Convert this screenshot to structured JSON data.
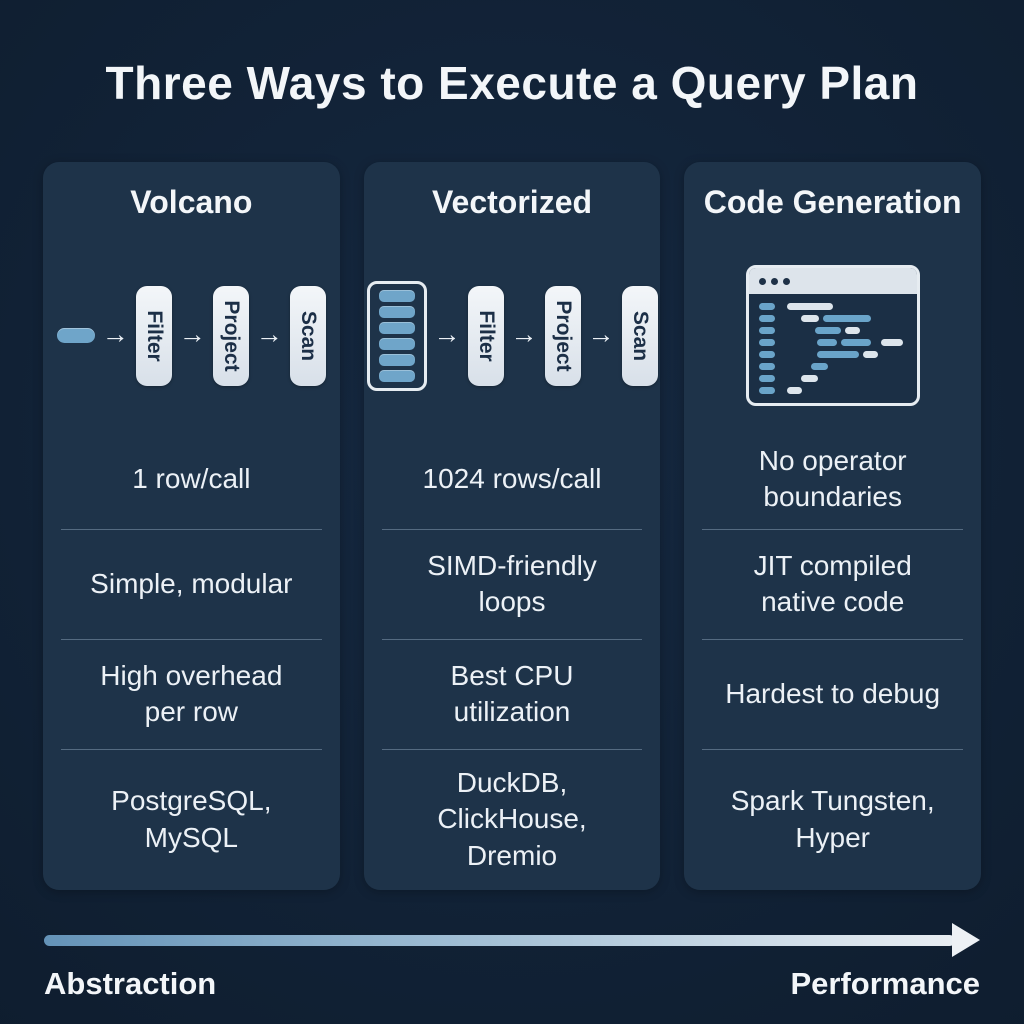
{
  "title": "Three Ways to Execute a Query Plan",
  "columns": [
    {
      "header": "Volcano",
      "operators": [
        "Filter",
        "Project",
        "Scan"
      ],
      "rows": [
        "1 row/call",
        "Simple, modular",
        "High overhead\nper row",
        "PostgreSQL,\nMySQL"
      ]
    },
    {
      "header": "Vectorized",
      "operators": [
        "Filter",
        "Project",
        "Scan"
      ],
      "rows": [
        "1024 rows/call",
        "SIMD-friendly\nloops",
        "Best CPU\nutilization",
        "DuckDB,\nClickHouse,\nDremio"
      ]
    },
    {
      "header": "Code Generation",
      "rows": [
        "No operator\nboundaries",
        "JIT compiled\nnative code",
        "Hardest to debug",
        "Spark Tungsten,\nHyper"
      ]
    }
  ],
  "axis": {
    "left_label": "Abstraction",
    "right_label": "Performance"
  },
  "glyphs": {
    "arrow": "→"
  },
  "icons": {
    "volcano_input": "single-row-pill",
    "vectorized_input": "row-batch",
    "batch_cells": 6,
    "code_window": {
      "name": "code-window",
      "dots": 3,
      "lines": [
        {
          "indent": 10,
          "bars": [
            {
              "w": 46,
              "c": "light"
            }
          ]
        },
        {
          "indent": 24,
          "bars": [
            {
              "w": 18,
              "c": "light"
            },
            {
              "w": 48,
              "c": "blue"
            }
          ]
        },
        {
          "indent": 38,
          "bars": [
            {
              "w": 26,
              "c": "blue"
            },
            {
              "w": 15,
              "c": "light"
            }
          ]
        },
        {
          "indent": 40,
          "bars": [
            {
              "w": 20,
              "c": "blue"
            },
            {
              "w": 30,
              "c": "blue"
            },
            {
              "w": 22,
              "c": "light",
              "right": true
            }
          ]
        },
        {
          "indent": 40,
          "bars": [
            {
              "w": 42,
              "c": "blue"
            },
            {
              "w": 15,
              "c": "light"
            }
          ]
        },
        {
          "indent": 34,
          "bars": [
            {
              "w": 17,
              "c": "blue"
            }
          ]
        },
        {
          "indent": 24,
          "bars": [
            {
              "w": 17,
              "c": "light"
            }
          ]
        },
        {
          "indent": 10,
          "bars": [
            {
              "w": 15,
              "c": "light"
            }
          ]
        }
      ]
    }
  },
  "colors": {
    "background": "#0F1E30",
    "card": "#1E3349",
    "accent_blue": "#6FA5C9",
    "light_surface": "#E4EAF0",
    "text": "#ECF1F6",
    "divider": "rgba(154,176,197,0.45)"
  }
}
